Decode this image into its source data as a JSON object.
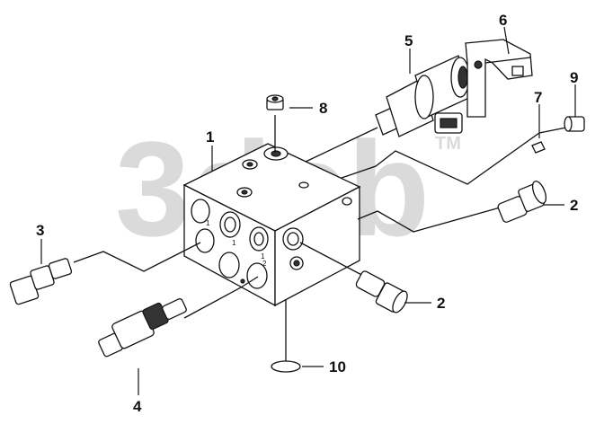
{
  "diagram": {
    "watermark": "3dcb",
    "watermark_tm": "TM",
    "port_marks": [
      "1",
      "1",
      "1",
      "2"
    ],
    "callouts": [
      {
        "id": "c1",
        "label": "1"
      },
      {
        "id": "c2a",
        "label": "2"
      },
      {
        "id": "c2b",
        "label": "2"
      },
      {
        "id": "c3",
        "label": "3"
      },
      {
        "id": "c4",
        "label": "4"
      },
      {
        "id": "c5",
        "label": "5"
      },
      {
        "id": "c6",
        "label": "6"
      },
      {
        "id": "c7",
        "label": "7"
      },
      {
        "id": "c8",
        "label": "8"
      },
      {
        "id": "c9",
        "label": "9"
      },
      {
        "id": "c10",
        "label": "10"
      }
    ]
  }
}
